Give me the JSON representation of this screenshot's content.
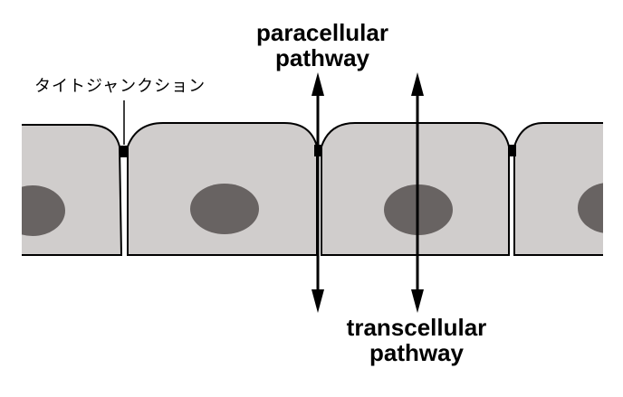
{
  "labels": {
    "paracellular": {
      "line1": "paracellular",
      "line2": "pathway"
    },
    "transcellular": {
      "line1": "transcellular",
      "line2": "pathway"
    },
    "tight_junction": "タイトジャンクション"
  },
  "colors": {
    "cell_fill": "#d0cdcc",
    "cell_stroke": "#000000",
    "nucleus": "#686362",
    "junction": "#000000",
    "arrow": "#000000",
    "text": "#000000"
  }
}
